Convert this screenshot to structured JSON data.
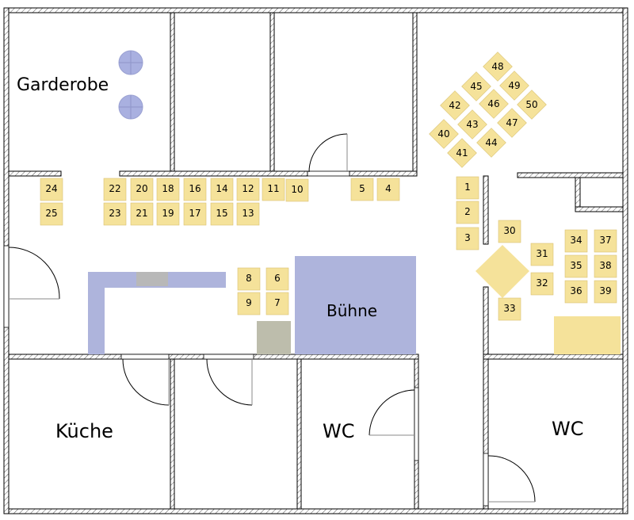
{
  "title": "Floor plan with seating",
  "colors": {
    "wall": "#000000",
    "seat": "#f5e29a",
    "seat_edge": "#d9c274",
    "stage": "#aeb4dc",
    "counter": "#aeb4dc",
    "sink": "#b8b8b8",
    "appliance": "#bdbdac",
    "coat_rack": "#a9b0e0",
    "table_block": "#f5e29a"
  },
  "rooms": {
    "garderobe": "Garderobe",
    "kueche": "Küche",
    "wc_left": "WC",
    "wc_right": "WC",
    "buehne": "Bühne"
  },
  "seats": {
    "s1": "1",
    "s2": "2",
    "s3": "3",
    "s4": "4",
    "s5": "5",
    "s6": "6",
    "s7": "7",
    "s8": "8",
    "s9": "9",
    "s10": "10",
    "s11": "11",
    "s12": "12",
    "s13": "13",
    "s14": "14",
    "s15": "15",
    "s16": "16",
    "s17": "17",
    "s18": "18",
    "s19": "19",
    "s20": "20",
    "s21": "21",
    "s22": "22",
    "s23": "23",
    "s24": "24",
    "s25": "25",
    "s30": "30",
    "s31": "31",
    "s32": "32",
    "s33": "33",
    "s34": "34",
    "s35": "35",
    "s36": "36",
    "s37": "37",
    "s38": "38",
    "s39": "39",
    "s40": "40",
    "s41": "41",
    "s42": "42",
    "s43": "43",
    "s44": "44",
    "s45": "45",
    "s46": "46",
    "s47": "47",
    "s48": "48",
    "s49": "49",
    "s50": "50"
  }
}
